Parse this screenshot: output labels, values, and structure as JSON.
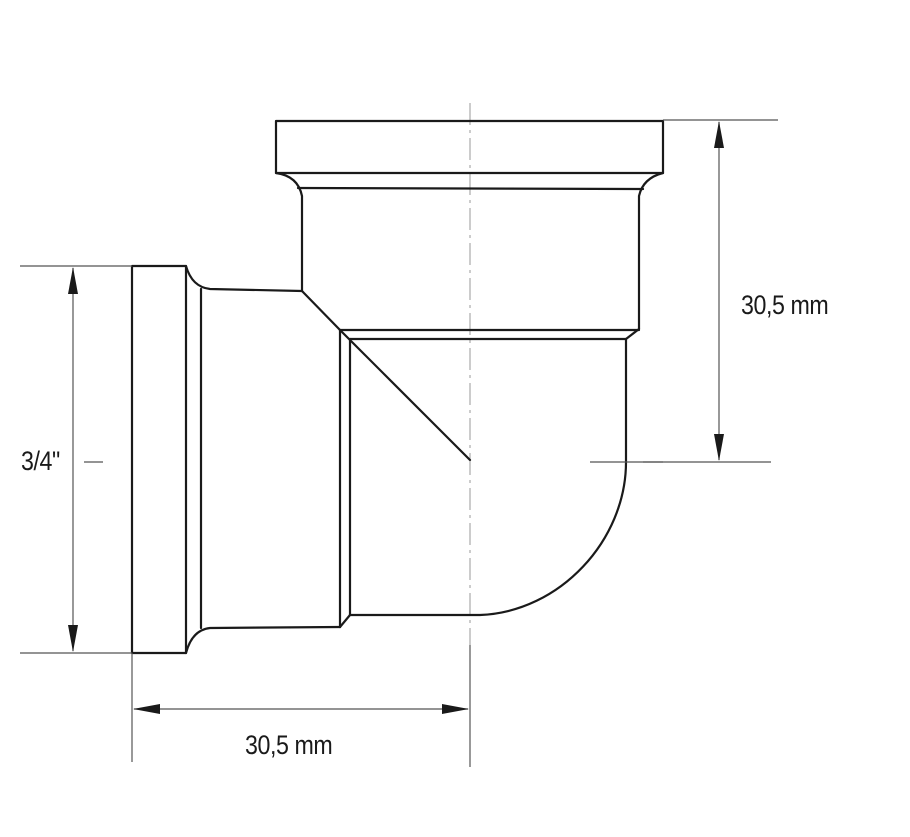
{
  "drawing": {
    "subject": "90° elbow pipe fitting, female/female thread",
    "colors": {
      "outline": "#1a1a1a",
      "dimension": "#555555",
      "centerline": "#9a9a9a",
      "background": "#ffffff"
    }
  },
  "dimensions": {
    "thread_size": {
      "label": "3/4\"",
      "orientation": "vertical",
      "side": "left"
    },
    "height": {
      "label": "30,5 mm",
      "orientation": "vertical",
      "side": "right"
    },
    "width": {
      "label": "30,5 mm",
      "orientation": "horizontal",
      "side": "bottom"
    }
  }
}
